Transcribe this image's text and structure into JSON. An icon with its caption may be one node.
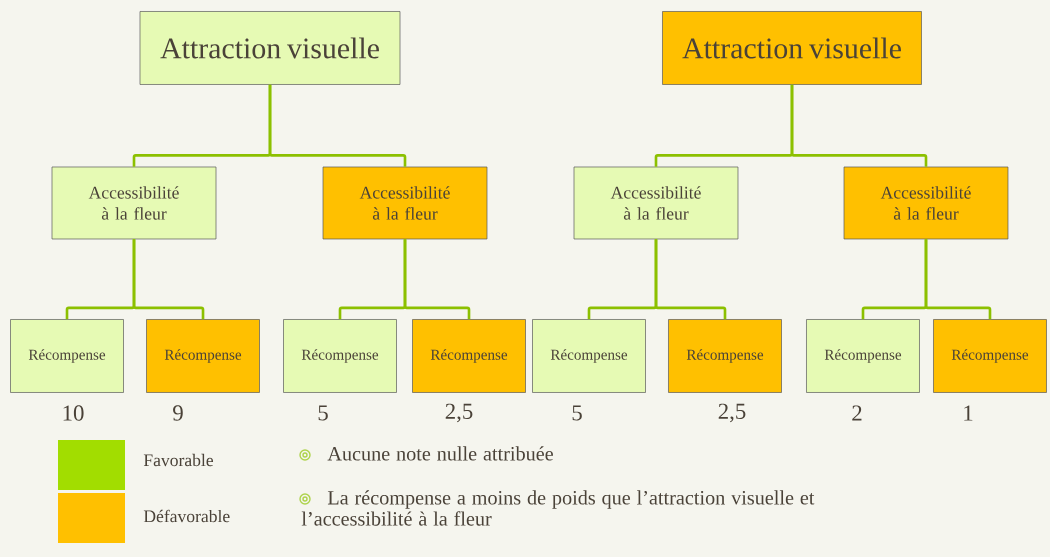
{
  "diagram": {
    "nodes": [
      {
        "text": [
          "Attraction visuelle"
        ]
      },
      {
        "text": [
          "Accessibilité à la fleur"
        ]
      },
      {
        "text": [
          "Accessibilité à la fleur"
        ]
      },
      {
        "text": [
          "Récompense"
        ],
        "beside": [
          "10"
        ]
      },
      {
        "text": [
          "Récompense"
        ],
        "beside": [
          "9"
        ]
      },
      {
        "text": [
          "Récompense"
        ],
        "beside": [
          "5"
        ]
      },
      {
        "text": [
          "Récompense"
        ],
        "beside": [
          "2,5"
        ]
      },
      {
        "text": [
          "Attraction visuelle"
        ]
      },
      {
        "text": [
          "Accessibilité à la fleur"
        ]
      },
      {
        "text": [
          "Accessibilité à la fleur"
        ]
      },
      {
        "text": [
          "Récompense"
        ],
        "beside": [
          "5"
        ]
      },
      {
        "text": [
          "Récompense"
        ],
        "beside": [
          "2,5"
        ]
      },
      {
        "text": [
          "Récompense"
        ],
        "beside": [
          "2"
        ]
      },
      {
        "text": [
          "Récompense"
        ],
        "beside": [
          "1"
        ]
      }
    ],
    "edges": [
      {
        "from": 0,
        "to": 1,
        "arrow": "none"
      },
      {
        "from": 0,
        "to": 2,
        "arrow": "none"
      },
      {
        "from": 1,
        "to": 3,
        "arrow": "none"
      },
      {
        "from": 1,
        "to": 4,
        "arrow": "none"
      },
      {
        "from": 2,
        "to": 5,
        "arrow": "none"
      },
      {
        "from": 2,
        "to": 6,
        "arrow": "none"
      },
      {
        "from": 7,
        "to": 8,
        "arrow": "none"
      },
      {
        "from": 7,
        "to": 9,
        "arrow": "none"
      },
      {
        "from": 8,
        "to": 10,
        "arrow": "none"
      },
      {
        "from": 8,
        "to": 11,
        "arrow": "none"
      },
      {
        "from": 9,
        "to": 12,
        "arrow": "none"
      },
      {
        "from": 9,
        "to": 13,
        "arrow": "none"
      }
    ],
    "labels": [
      "Aucune note nulle attribuée",
      "La récompense a moins de poids que l’attraction visuelle et l’accessibilité à la fleur"
    ],
    "legend": [
      {
        "text": "Favorable",
        "color": "#a2dd00"
      },
      {
        "text": "Défavorable",
        "color": "#ffc000"
      }
    ]
  }
}
